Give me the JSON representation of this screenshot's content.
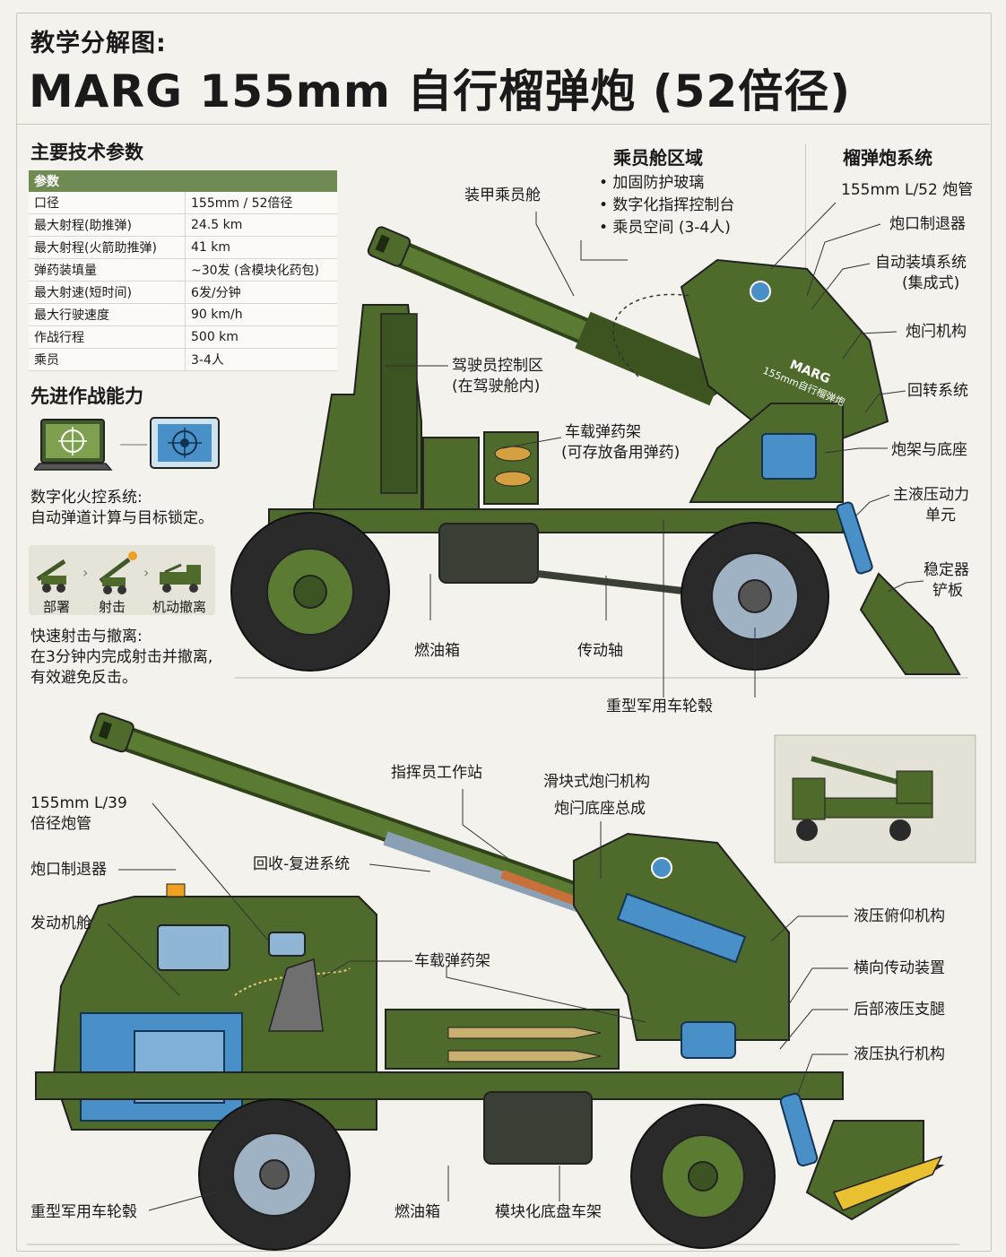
{
  "header": {
    "subtitle": "教学分解图:",
    "title": "MARG 155mm 自行榴弹炮 (52倍径)"
  },
  "specs": {
    "section_title": "主要技术参数",
    "header_col": "参数",
    "rows": [
      {
        "k": "口径",
        "v": "155mm / 52倍径"
      },
      {
        "k": "最大射程(助推弹)",
        "v": "24.5 km"
      },
      {
        "k": "最大射程(火箭助推弹)",
        "v": "41 km"
      },
      {
        "k": "弹药装填量",
        "v": "~30发 (含模块化药包)"
      },
      {
        "k": "最大射速(短时间)",
        "v": "6发/分钟"
      },
      {
        "k": "最大行驶速度",
        "v": "90 km/h"
      },
      {
        "k": "作战行程",
        "v": "500 km"
      },
      {
        "k": "乘员",
        "v": "3-4人"
      }
    ]
  },
  "capabilities": {
    "section_title": "先进作战能力",
    "fire_control_line1": "数字化火控系统:",
    "fire_control_line2": "自动弹道计算与目标锁定。",
    "steps": [
      "部署",
      "射击",
      "机动撤离"
    ],
    "shoot_line1": "快速射击与撤离:",
    "shoot_line2": "在3分钟内完成射击并撤离,",
    "shoot_line3": "有效避免反击。"
  },
  "crew_zone": {
    "title": "乘员舱区域",
    "bullets": [
      "• 加固防护玻璃",
      "• 数字化指挥控制台",
      "• 乘员空间 (3-4人)"
    ]
  },
  "howitzer_system": {
    "title": "榴弹炮系统"
  },
  "top_labels": {
    "armored_cab": "装甲乘员舱",
    "driver_ctrl_1": "驾驶员控制区",
    "driver_ctrl_2": "(在驾驶舱内)",
    "ammo_rack_1": "车载弹药架",
    "ammo_rack_2": "(可存放备用弹药)",
    "fuel_tank": "燃油箱",
    "driveshaft": "传动轴",
    "wheel_hub": "重型军用车轮毂",
    "barrel": "155mm L/52 炮管",
    "muzzle_brake": "炮口制退器",
    "autoloader_1": "自动装填系统",
    "autoloader_2": "(集成式)",
    "breech": "炮闩机构",
    "slewing": "回转系统",
    "carriage": "炮架与底座",
    "hydraulic_1": "主液压动力",
    "hydraulic_2": "单元",
    "stabilizer_1": "稳定器",
    "stabilizer_2": "铲板",
    "side_text_1": "MARG",
    "side_text_2": "155mm自行榴弹炮"
  },
  "bottom_labels": {
    "barrel_1": "155mm L/39",
    "barrel_2": "倍径炮管",
    "muzzle_brake": "炮口制退器",
    "engine_bay": "发动机舱",
    "recoil": "回收-复进系统",
    "commander": "指挥员工作站",
    "sliding_breech": "滑块式炮闩机构",
    "breech_base": "炮闩底座总成",
    "ammo_rack": "车载弹药架",
    "elevation": "液压俯仰机构",
    "traverse": "横向传动装置",
    "rear_leg": "后部液压支腿",
    "actuator": "液压执行机构",
    "wheel_hub": "重型军用车轮毂",
    "fuel_tank": "燃油箱",
    "chassis": "模块化底盘车架"
  },
  "colors": {
    "olive": "#4f6b2c",
    "olive_dark": "#36491d",
    "olive_light": "#6f8a42",
    "blue": "#4a90c8",
    "header_green": "#6f8a52"
  }
}
